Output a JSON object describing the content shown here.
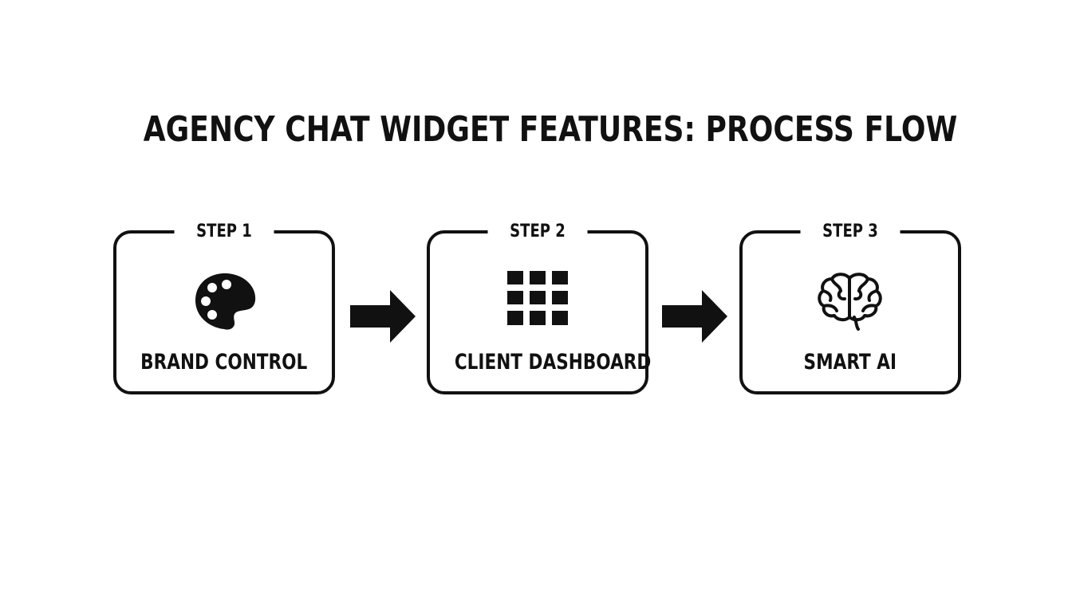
{
  "title": "AGENCY CHAT WIDGET FEATURES: PROCESS FLOW",
  "steps": [
    {
      "label": "STEP 1",
      "name": "BRAND CONTROL",
      "icon": "palette-icon"
    },
    {
      "label": "STEP 2",
      "name": "CLIENT DASHBOARD",
      "icon": "grid-icon"
    },
    {
      "label": "STEP 3",
      "name": "SMART AI",
      "icon": "brain-icon"
    }
  ],
  "colors": {
    "foreground": "#111111",
    "background": "#ffffff"
  }
}
